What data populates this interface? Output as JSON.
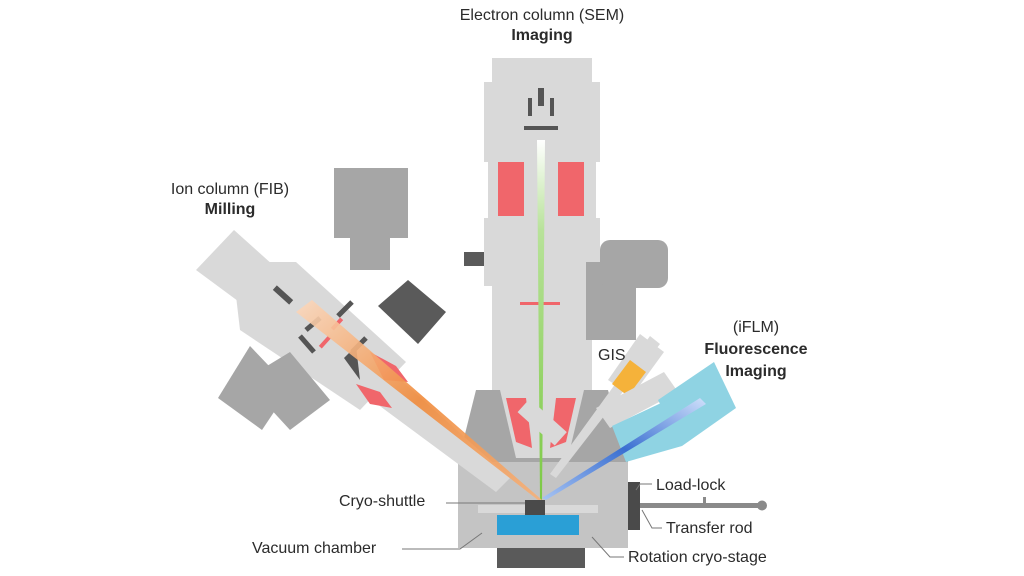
{
  "labels": {
    "sem_line1": "Electron column (SEM)",
    "sem_line2": "Imaging",
    "fib_line1": "Ion column (FIB)",
    "fib_line2": "Milling",
    "iflm_line1": "(iFLM)",
    "iflm_line2": "Fluorescence",
    "iflm_line3": "Imaging",
    "gis": "GIS",
    "cryo_shuttle": "Cryo-shuttle",
    "vacuum_chamber": "Vacuum chamber",
    "load_lock": "Load-lock",
    "transfer_rod": "Transfer rod",
    "rotation_stage": "Rotation cryo-stage"
  },
  "colors": {
    "column_body": "#d9d9d9",
    "column_dark": "#a6a6a6",
    "component_dark": "#555555",
    "lens": "#f0666b",
    "electron_beam": "#7bc943",
    "ion_beam": "#f08a3a",
    "flm_body": "#8fd3e3",
    "flm_beam": "#3a6fd1",
    "gis_nozzle": "#f5b23a",
    "stage": "#2a9fd6",
    "leader": "#777777"
  }
}
